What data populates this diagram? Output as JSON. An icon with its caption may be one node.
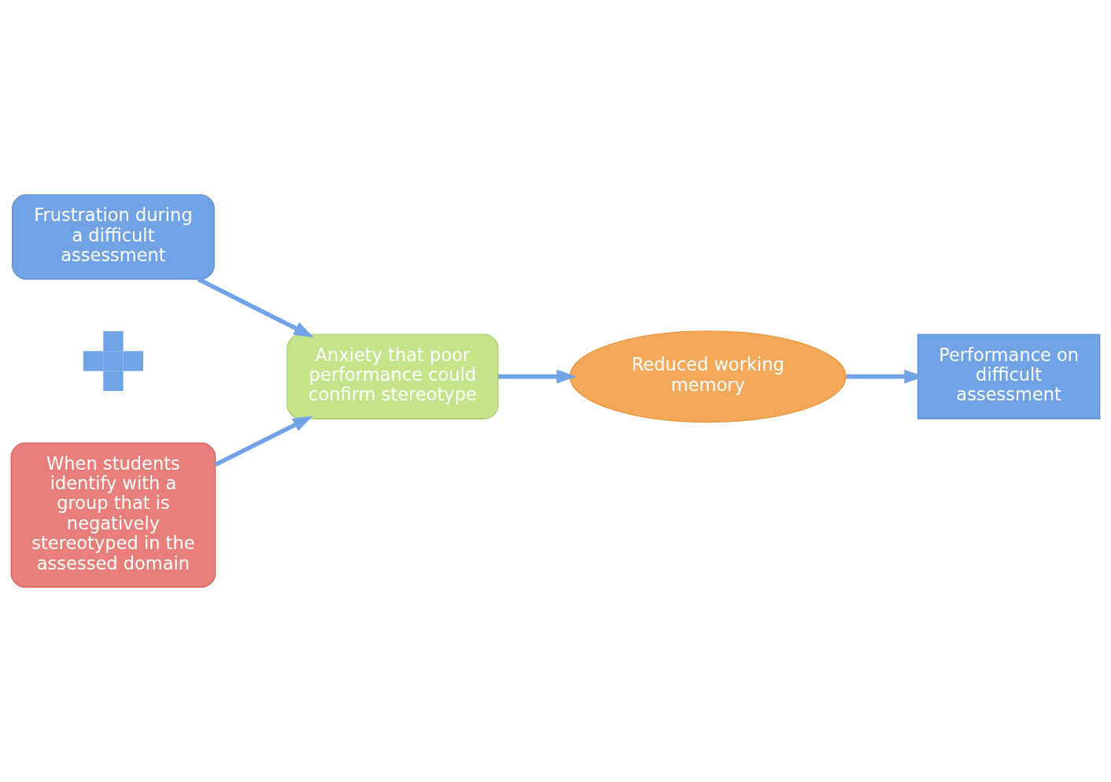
{
  "diagram": {
    "nodes": [
      {
        "text": [
          "Frustration during a difficult assessment"
        ]
      },
      {
        "text": [],
        "shape": "plus"
      },
      {
        "text": [
          "When students identify with a group that is negatively stereotyped in the assessed domain"
        ]
      },
      {
        "text": [
          "Anxiety that poor performance could confirm stereotype"
        ]
      },
      {
        "text": [
          "Reduced working memory"
        ]
      },
      {
        "text": [
          "Performance on difficult assessment"
        ]
      }
    ],
    "edges": [
      {
        "from": 0,
        "to": 3,
        "arrow": "to"
      },
      {
        "from": 2,
        "to": 3,
        "arrow": "to"
      },
      {
        "from": 3,
        "to": 4,
        "arrow": "to"
      },
      {
        "from": 4,
        "to": 5,
        "arrow": "to"
      }
    ]
  }
}
